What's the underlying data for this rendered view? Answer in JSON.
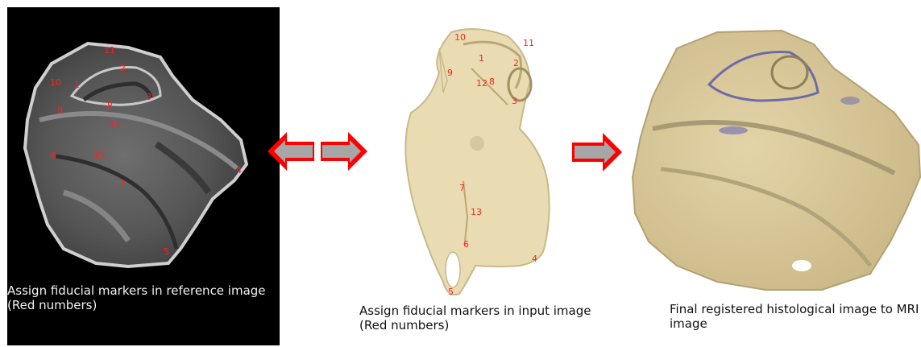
{
  "reference": {
    "markers": [
      "11",
      "2",
      "10",
      "1",
      "9",
      "8",
      "3",
      "12",
      "6",
      "13",
      "7",
      "4",
      "5"
    ],
    "caption": "Assign fiducial markers in reference image (Red numbers)"
  },
  "input": {
    "markers": [
      "10",
      "11",
      "1",
      "2",
      "9",
      "12",
      "8",
      "3",
      "7",
      "13",
      "6",
      "4",
      "5"
    ],
    "caption": "Assign fiducial markers in input image (Red numbers)"
  },
  "output": {
    "caption": "Final registered histological image to MRI image"
  },
  "colors": {
    "marker": "#ff2020",
    "arrow_outline": "#ff0000",
    "arrow_fill": "#a6a6a6"
  }
}
